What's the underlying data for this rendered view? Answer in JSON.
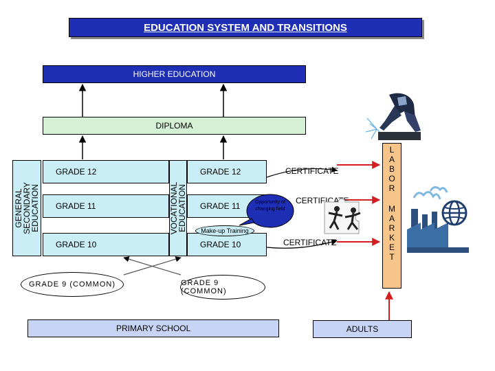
{
  "title": "EDUCATION SYSTEM AND TRANSITIONS",
  "higher_education": "HIGHER EDUCATION",
  "diploma": "DIPLOMA",
  "general_track": {
    "label": "GENERAL SECONDARY EDUCATION",
    "grades": [
      "GRADE 12",
      "GRADE 11",
      "GRADE 10"
    ]
  },
  "vocational_track": {
    "label": "VOCATIONAL EDUCATION",
    "grades": [
      "GRADE 12",
      "GRADE 11",
      "GRADE 10"
    ]
  },
  "grade9_general": "GRADE 9 (COMMON)",
  "grade9_vocational": "GRADE 9 (COMMON)",
  "primary_school": "PRIMARY SCHOOL",
  "adults": "ADULTS",
  "certificates": [
    "CERTIFICATE",
    "CERTIFICATE",
    "CERTIFICATE"
  ],
  "callout": "Opportunity of changing field",
  "makeup_training": "Make-up Training",
  "labor_market": {
    "word1": [
      "L",
      "A",
      "B",
      "O",
      "R"
    ],
    "word2": [
      "M",
      "A",
      "R",
      "K",
      "E",
      "T"
    ]
  },
  "colors": {
    "title_bg": "#1f2fb5",
    "diploma_bg": "#d5f1d5",
    "track_bg": "#c9eef6",
    "primary_bg": "#c7d4f5",
    "adults_bg": "#c7d4f5",
    "labor_bg": "#f7c58a",
    "arrow": "#d31f1f",
    "callout_bg": "#1f2fb5"
  },
  "icons": [
    "welder-illustration",
    "factory-illustration",
    "globe-icon",
    "puzzle-people-illustration"
  ]
}
